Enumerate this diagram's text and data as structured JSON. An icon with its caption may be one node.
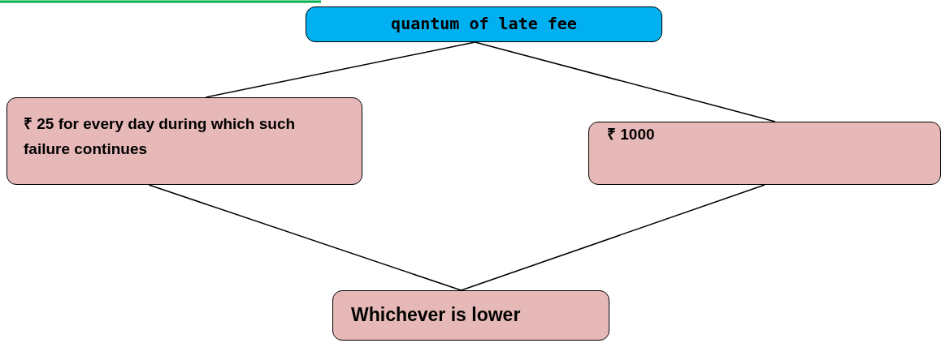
{
  "diagram": {
    "nodes": [
      {
        "text": [
          "quantum of late fee"
        ]
      },
      {
        "text": [
          "₹ 25 for every day during which such failure continues"
        ]
      },
      {
        "text": [
          "₹ 1000"
        ]
      },
      {
        "text": [
          "Whichever is lower"
        ]
      }
    ],
    "edges": [
      {
        "from": 0,
        "to": 1,
        "arrow": "none"
      },
      {
        "from": 0,
        "to": 2,
        "arrow": "none"
      },
      {
        "from": 1,
        "to": 3,
        "arrow": "none"
      },
      {
        "from": 2,
        "to": 3,
        "arrow": "none"
      }
    ]
  }
}
